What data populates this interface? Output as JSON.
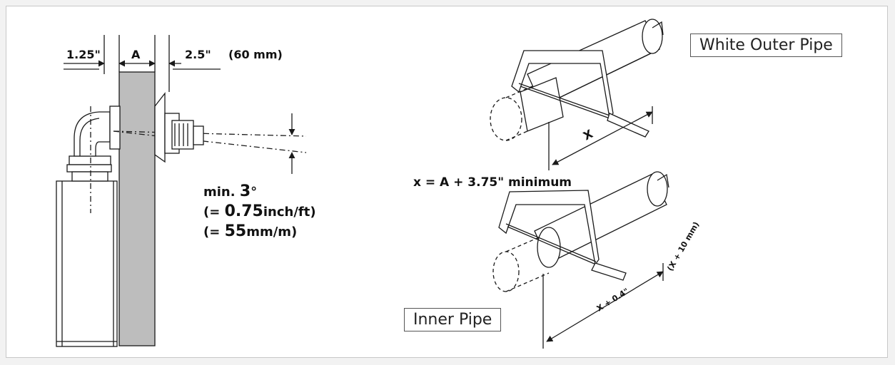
{
  "left_diagram": {
    "dim_wall_left": "1.25\"",
    "dim_wall": "A",
    "dim_right": "2.5\"",
    "dim_right_mm": "(60 mm)",
    "slope_line1_prefix": "min. ",
    "slope_line1_value": "3",
    "slope_line1_unit": "°",
    "slope_line2_prefix": "(= ",
    "slope_line2_value": "0.75",
    "slope_line2_unit": "inch/ft)",
    "slope_line3_prefix": "(= ",
    "slope_line3_value": "55",
    "slope_line3_unit": "mm/m)"
  },
  "right_diagram": {
    "outer_label": "White Outer Pipe",
    "inner_label": "Inner Pipe",
    "outer_cut_dim": "X",
    "formula": "x = A + 3.75\" minimum",
    "inner_cut_dim": "X + 0.4\"",
    "inner_cut_dim_mm": "(X + 10 mm)"
  },
  "colors": {
    "wall": "#bdbdbd",
    "line": "#1a1a1a",
    "label_border": "#555555"
  }
}
